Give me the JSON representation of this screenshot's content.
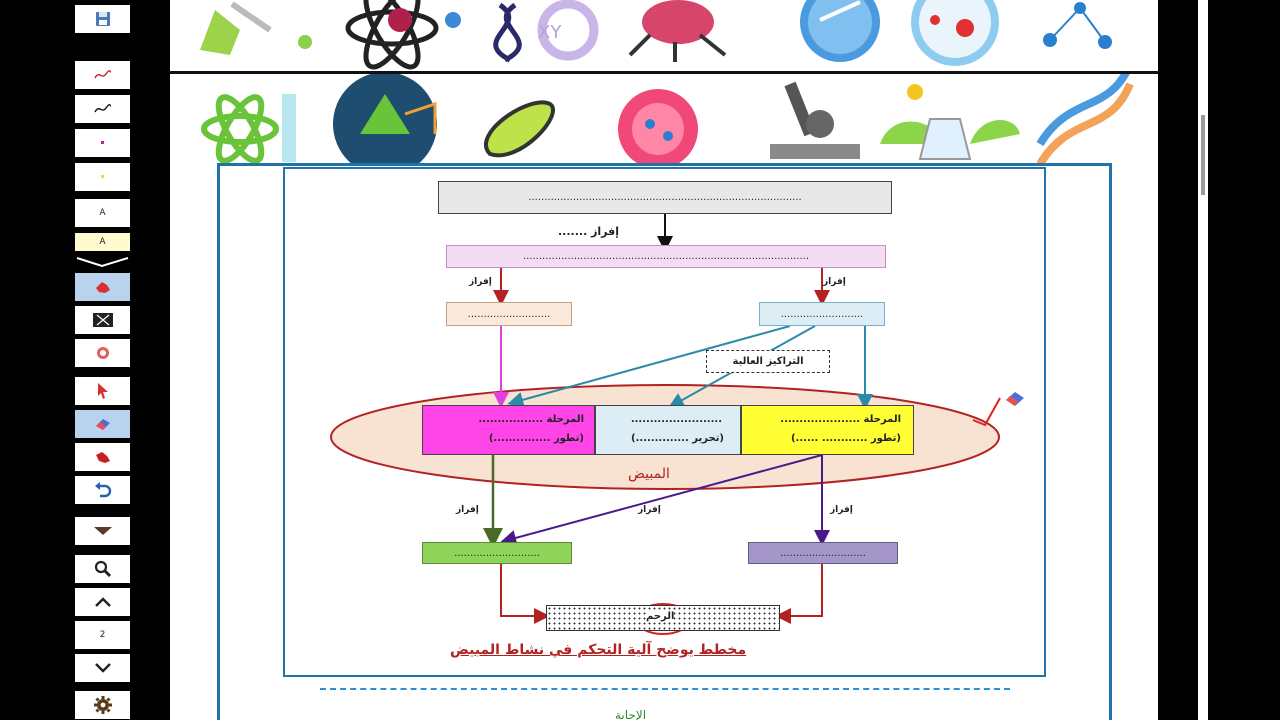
{
  "toolbar": {
    "page_number": "2",
    "pen_letter_1": "A",
    "pen_letter_2": "A"
  },
  "diagram": {
    "top_box": "......................................................................................",
    "secretion_main": "إفراز .......",
    "second_box": "..........................................................................................",
    "secretion_left": "إفراز",
    "secretion_right": "إفراز",
    "left_mid_box": "..........................",
    "right_mid_box": "..........................",
    "high_concentrations": "التراكيز العالية",
    "phase_left_line1": "المرحلة .................",
    "phase_left_line2": "(تطور ...............)",
    "phase_center_line1": "........................",
    "phase_center_line2": "(تحرير ..............)",
    "phase_right_line1": "المرحلة .....................",
    "phase_right_line2": "(تطور ............ ......)",
    "ovary_label": "المبيض",
    "secretion_bottom_left": "إفراز",
    "secretion_bottom_mid": "إفراز",
    "secretion_bottom_right": "إفراز",
    "green_box": "...........................",
    "purple_box": "...........................",
    "uterus": "الرحم",
    "caption": "مخطط يوضح آلية التحكم في نشاط المبيض"
  },
  "footer": {
    "partial_word": "الإجابة"
  },
  "colors": {
    "frame_blue": "#1f73a8",
    "magenta": "#ff44e8",
    "light_blue": "#d9eef5",
    "yellow": "#ffff33",
    "green": "#8fd35a",
    "purple": "#a596c9",
    "dark_red": "#b22222"
  }
}
